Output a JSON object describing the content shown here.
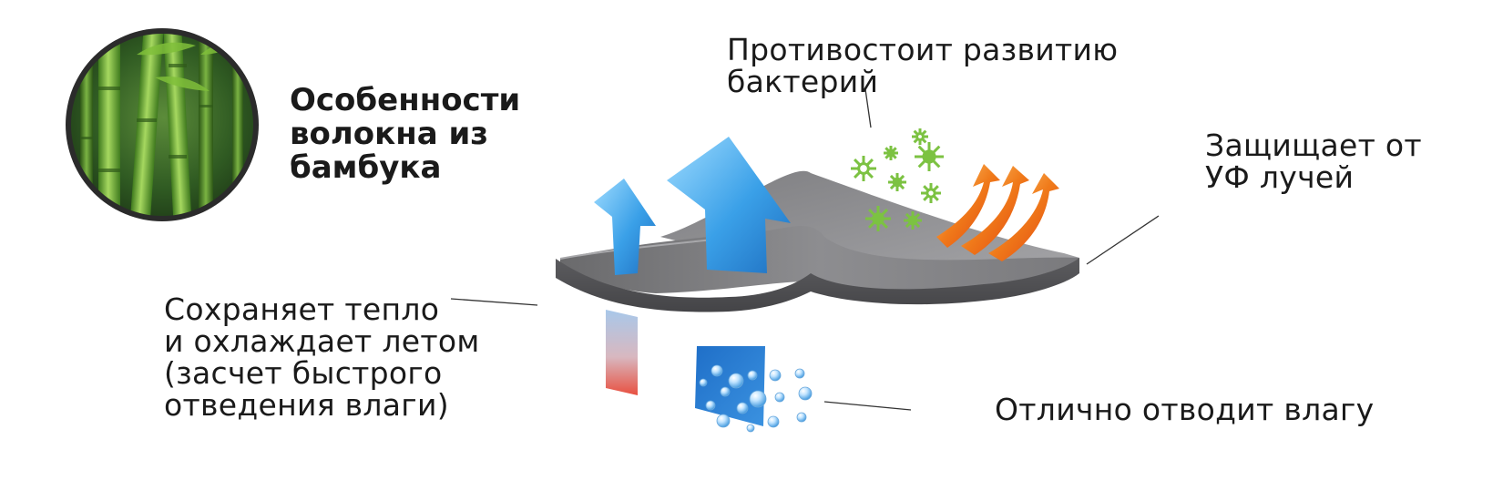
{
  "title": {
    "line1": "Особенности",
    "line2": "волокна из",
    "line3": "бамбука"
  },
  "features": {
    "bacteria": {
      "line1": "Противостоит развитию",
      "line2": "бактерий"
    },
    "uv": {
      "line1": "Защищает от",
      "line2": "УФ лучей"
    },
    "thermo": {
      "line1": "Сохраняет тепло",
      "line2": "и охлаждает летом",
      "line3": "(засчет быстрого",
      "line4": "отведения влаги)"
    },
    "moisture": {
      "line1": "Отлично отводит влагу"
    }
  },
  "icons": {
    "bamboo": "bamboo-photo-icon",
    "air": "blue-up-arrow-icon",
    "bacteria": "green-microbe-icon",
    "uv": "orange-uv-arrow-icon",
    "heat": "red-blue-gradient-bar-icon",
    "moisture": "water-droplet-icon"
  },
  "colors": {
    "fabric_top": "#8a8a8c",
    "fabric_side": "#5a5a5c",
    "air_arrow": "#3aa0e8",
    "microbe": "#7cc242",
    "uv_arrow": "#f07a1a",
    "moisture_panel": "#2e7fd0",
    "heat_warm": "#e85040",
    "heat_cool": "#a8c8ea"
  }
}
